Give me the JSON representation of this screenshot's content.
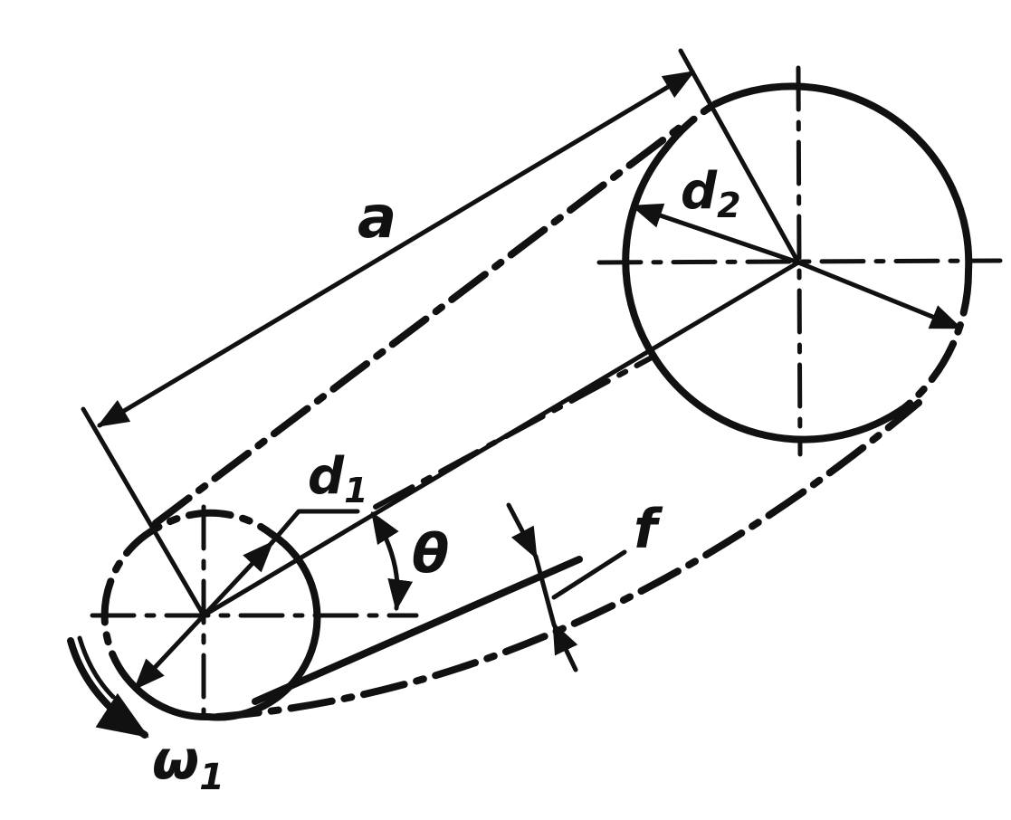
{
  "labels": {
    "center_distance": "a",
    "small_diameter_base": "d",
    "small_diameter_sub": "1",
    "large_diameter_base": "d",
    "large_diameter_sub": "2",
    "angle": "θ",
    "sag": "f",
    "omega_base": "ω",
    "omega_sub": "1"
  },
  "colors": {
    "ink": "#111111",
    "background": "#ffffff"
  }
}
